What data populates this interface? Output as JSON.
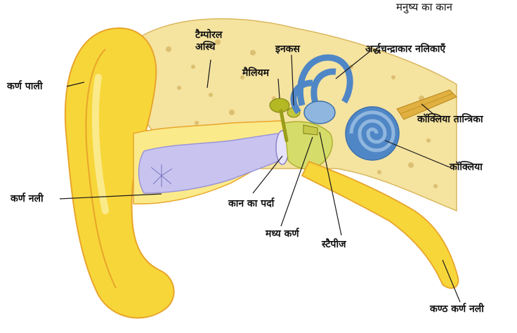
{
  "title": "मनुष्य का कान",
  "labels": {
    "temporal_bone": "टैम्पोरल\nअस्थि",
    "incus": "इनकस",
    "semicircular_canals": "अर्द्धचन्द्राकार नलिकाएँ",
    "malleus": "मैलियम",
    "pinna": "कर्ण पाली",
    "cochlear_nerve": "कॉक्लिया तान्त्रिका",
    "cochlea": "कॉक्लिया",
    "ear_canal": "कर्ण नली",
    "eardrum": "कान का पर्दा",
    "middle_ear": "मध्य कर्ण",
    "stapes": "स्टैपीज",
    "eustachian_tube": "कण्ठ कर्ण नली"
  },
  "colors": {
    "bone": "#f5e3a0",
    "bone_spots": "#c9a24a",
    "skin": "#f7d63a",
    "skin_light": "#fbea8a",
    "skin_edge": "#e8a52a",
    "ear_canal": "#c8c4ef",
    "inner_ear": "#4f86c6",
    "inner_ear_light": "#8fb6de",
    "ossicles": "#b4b824",
    "nerve": "#e0b040"
  }
}
